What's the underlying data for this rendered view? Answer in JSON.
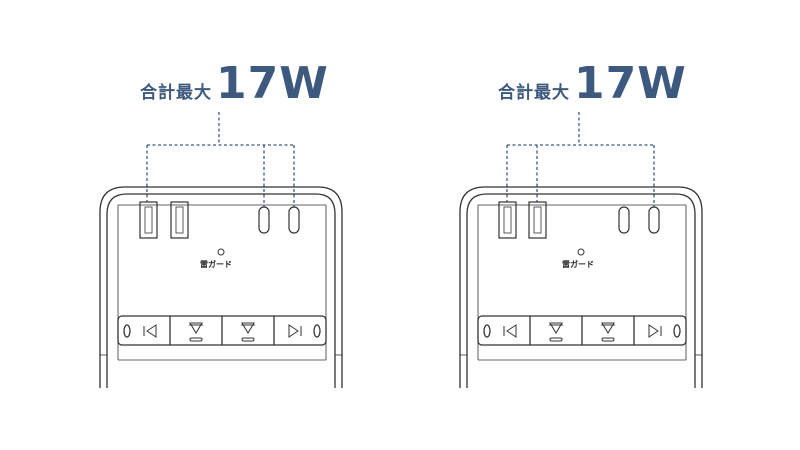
{
  "panels": [
    {
      "heading_prefix": "合計最大",
      "heading_value": "17W",
      "guard_label": "雷ガード"
    },
    {
      "heading_prefix": "合計最大",
      "heading_value": "17W",
      "guard_label": "雷ガード"
    }
  ],
  "colors": {
    "accent": "#3d5a7e",
    "line": "#333333",
    "dash": "#3d5a7e"
  }
}
